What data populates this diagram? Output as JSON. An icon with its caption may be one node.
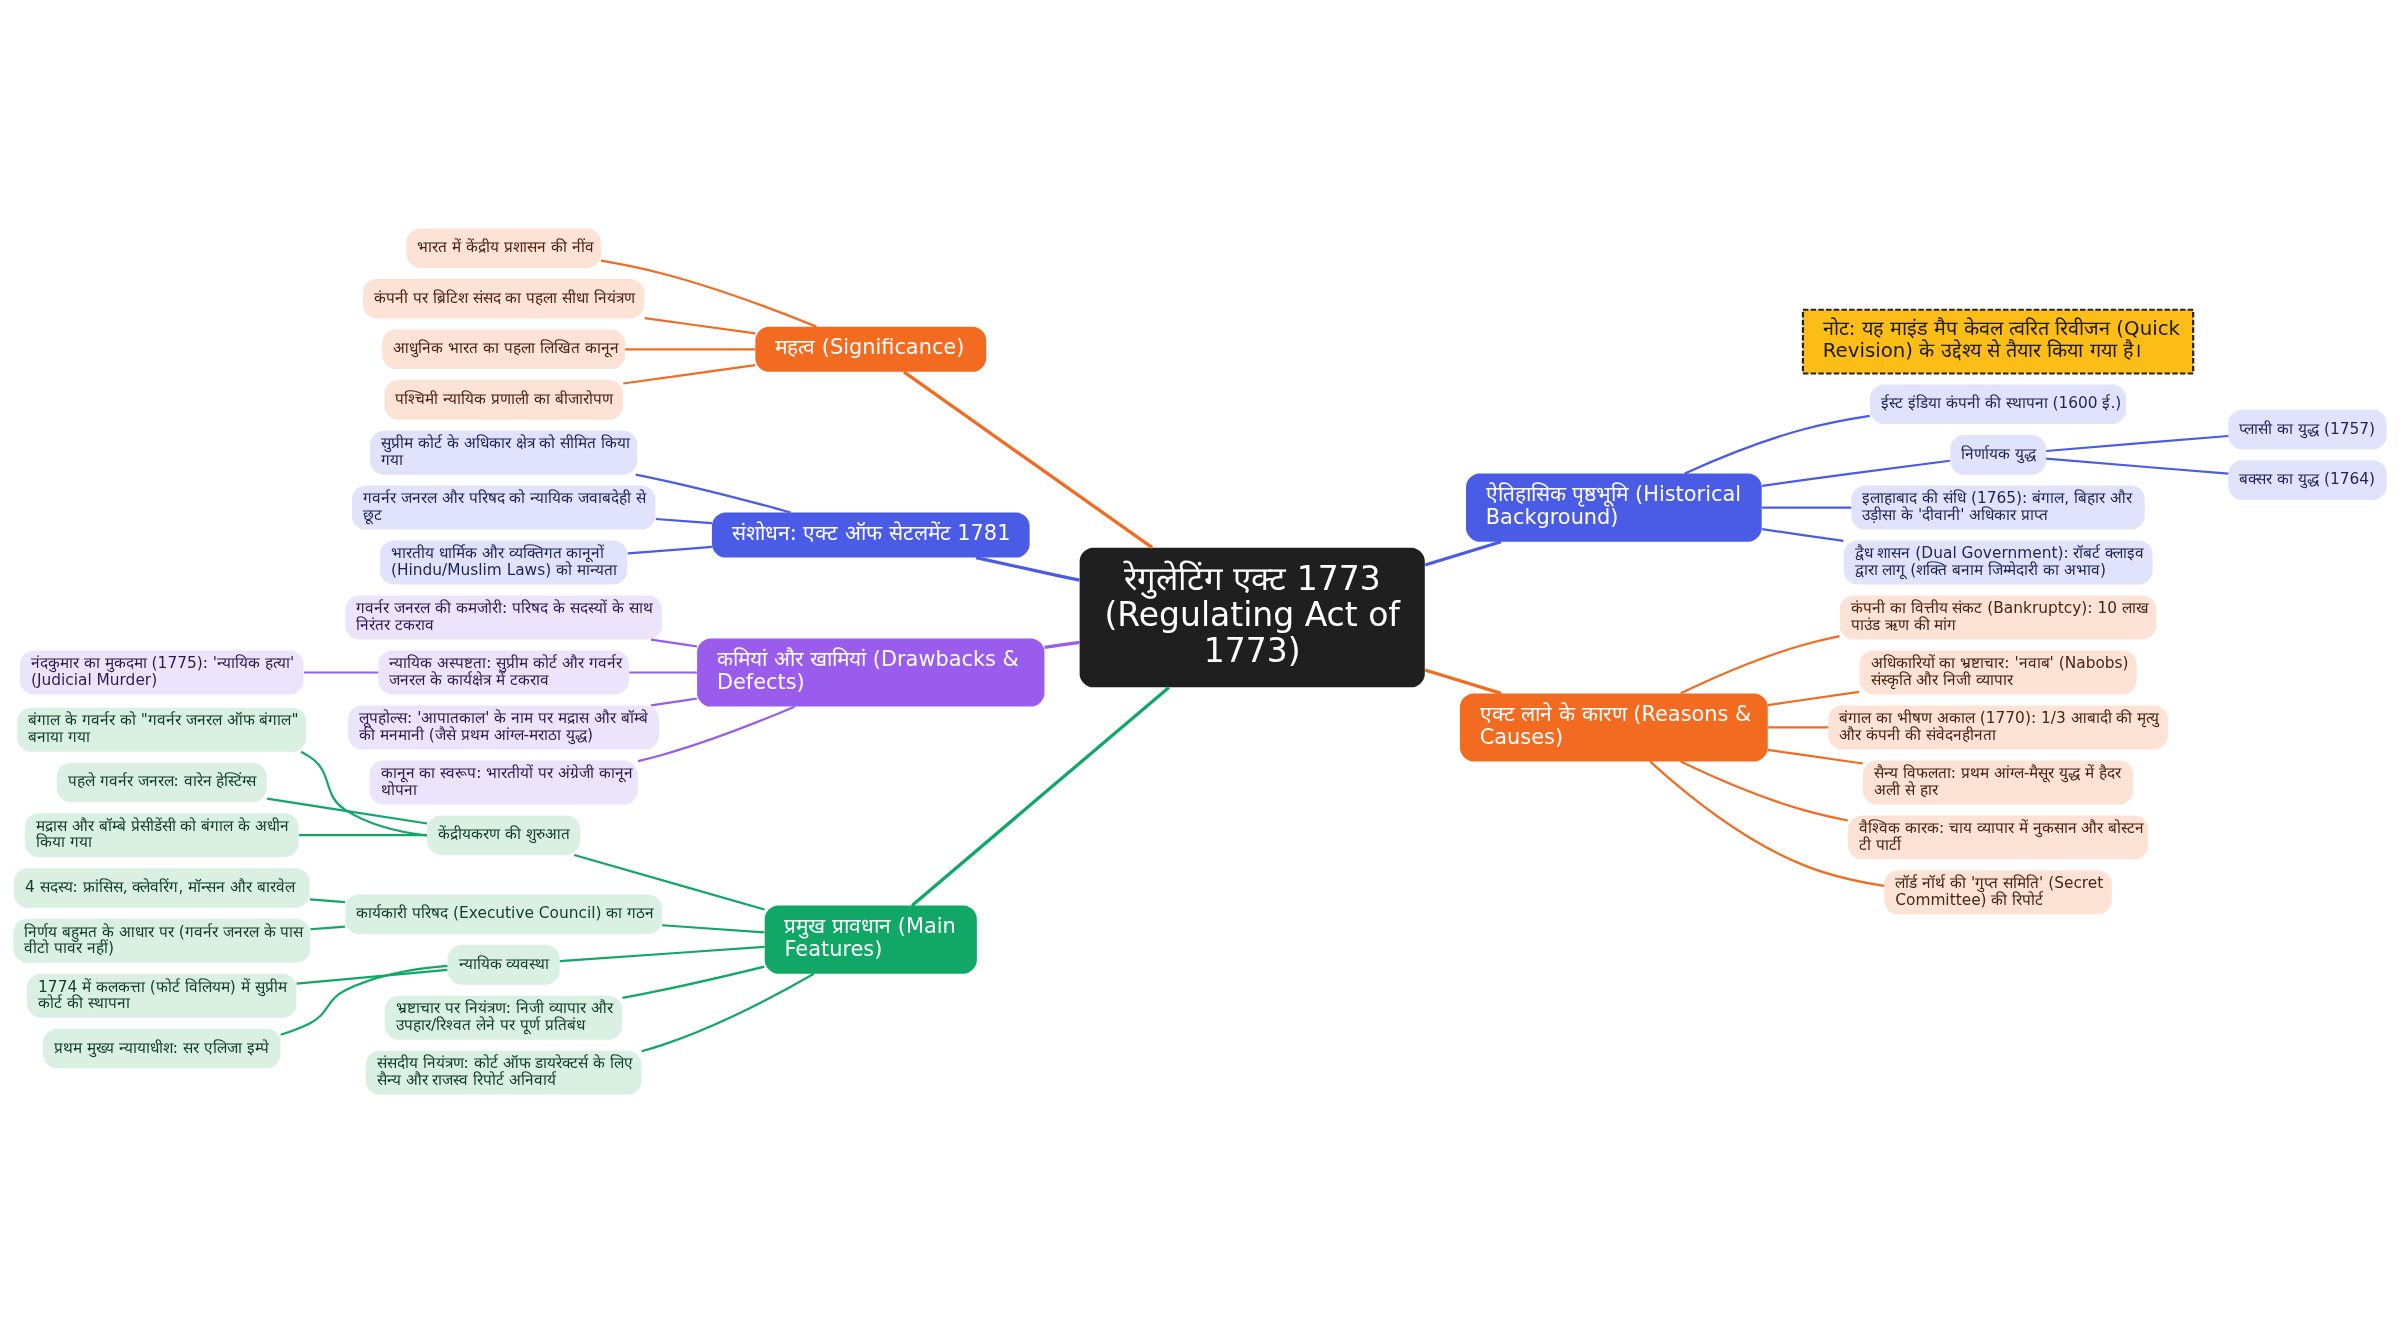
{
  "diagram": {
    "nodes": [
      {
        "text": [
          "रेगुलेटिंग एक्ट 1773 (Regulating Act of 1773)"
        ]
      },
      {
        "text": [
          "महत्व (Significance)"
        ]
      },
      {
        "text": [
          "भारत में केंद्रीय प्रशासन की नींव"
        ]
      },
      {
        "text": [
          "कंपनी पर ब्रिटिश संसद का पहला सीधा नियंत्रण"
        ]
      },
      {
        "text": [
          "आधुनिक भारत का पहला लिखित कानून"
        ]
      },
      {
        "text": [
          "पश्चिमी न्यायिक प्रणाली का बीजारोपण"
        ]
      },
      {
        "text": [
          "संशोधन: एक्ट ऑफ सेटलमेंट 1781"
        ]
      },
      {
        "text": [
          "सुप्रीम कोर्ट के अधिकार क्षेत्र को सीमित किया गया"
        ]
      },
      {
        "text": [
          "गवर्नर जनरल और परिषद को न्यायिक जवाबदेही से छूट"
        ]
      },
      {
        "text": [
          "भारतीय धार्मिक और व्यक्तिगत कानूनों (Hindu/Muslim Laws) को मान्यता"
        ]
      },
      {
        "text": [
          "कमियां और खामियां (Drawbacks & Defects)"
        ]
      },
      {
        "text": [
          "गवर्नर जनरल की कमजोरी: परिषद के सदस्यों के साथ निरंतर टकराव"
        ]
      },
      {
        "text": [
          "न्यायिक अस्पष्टता: सुप्रीम कोर्ट और गवर्नर जनरल के कार्यक्षेत्र में टकराव"
        ]
      },
      {
        "text": [
          "नंदकुमार का मुकदमा (1775): 'न्यायिक हत्या' (Judicial Murder)"
        ]
      },
      {
        "text": [
          "लूपहोल्स: 'आपातकाल' के नाम पर मद्रास और बॉम्बे की मनमानी (जैसे प्रथम आंग्ल-मराठा युद्ध)"
        ]
      },
      {
        "text": [
          "कानून का स्वरूप: भारतीयों पर अंग्रेजी कानून थोपना"
        ]
      },
      {
        "text": [
          "प्रमुख प्रावधान (Main Features)"
        ]
      },
      {
        "text": [
          "केंद्रीयकरण की शुरुआत"
        ]
      },
      {
        "text": [
          "बंगाल के गवर्नर को \"गवर्नर जनरल ऑफ बंगाल\" बनाया गया"
        ]
      },
      {
        "text": [
          "पहले गवर्नर जनरल: वारेन हेस्टिंग्स"
        ]
      },
      {
        "text": [
          "मद्रास और बॉम्बे प्रेसीडेंसी को बंगाल के अधीन किया गया"
        ]
      },
      {
        "text": [
          "कार्यकारी परिषद (Executive Council) का गठन"
        ]
      },
      {
        "text": [
          "4 सदस्य: फ्रांसिस, क्लेवरिंग, मॉन्सन और बारवेल"
        ]
      },
      {
        "text": [
          "निर्णय बहुमत के आधार पर (गवर्नर जनरल के पास वीटो पावर नहीं)"
        ]
      },
      {
        "text": [
          "न्यायिक व्यवस्था"
        ]
      },
      {
        "text": [
          "1774 में कलकत्ता (फोर्ट विलियम) में सुप्रीम कोर्ट की स्थापना"
        ]
      },
      {
        "text": [
          "प्रथम मुख्य न्यायाधीश: सर एलिजा इम्पे"
        ]
      },
      {
        "text": [
          "भ्रष्टाचार पर नियंत्रण: निजी व्यापार और उपहार/रिश्वत लेने पर पूर्ण प्रतिबंध"
        ]
      },
      {
        "text": [
          "संसदीय नियंत्रण: कोर्ट ऑफ डायरेक्टर्स के लिए सैन्य और राजस्व रिपोर्ट अनिवार्य"
        ]
      },
      {
        "text": [
          "ऐतिहासिक पृष्ठभूमि (Historical Background)"
        ]
      },
      {
        "text": [
          "ईस्ट इंडिया कंपनी की स्थापना (1600 ई.)"
        ]
      },
      {
        "text": [
          "निर्णायक युद्ध"
        ]
      },
      {
        "text": [
          "प्लासी का युद्ध (1757)"
        ]
      },
      {
        "text": [
          "बक्सर का युद्ध (1764)"
        ]
      },
      {
        "text": [
          "इलाहाबाद की संधि (1765): बंगाल, बिहार और उड़ीसा के 'दीवानी' अधिकार प्राप्त"
        ]
      },
      {
        "text": [
          "द्वैध शासन (Dual Government): रॉबर्ट क्लाइव द्वारा लागू (शक्ति बनाम जिम्मेदारी का अभाव)"
        ]
      },
      {
        "text": [
          "एक्ट लाने के कारण (Reasons & Causes)"
        ]
      },
      {
        "text": [
          "कंपनी का वित्तीय संकट (Bankruptcy): 10 लाख पाउंड ऋण की मांग"
        ]
      },
      {
        "text": [
          "अधिकारियों का भ्रष्टाचार: 'नवाब' (Nabobs) संस्कृति और निजी व्यापार"
        ]
      },
      {
        "text": [
          "बंगाल का भीषण अकाल (1770): 1/3 आबादी की मृत्यु और कंपनी की संवेदनहीनता"
        ]
      },
      {
        "text": [
          "सैन्य विफलता: प्रथम आंग्ल-मैसूर युद्ध में हैदर अली से हार"
        ]
      },
      {
        "text": [
          "वैश्विक कारक: चाय व्यापार में नुकसान और बोस्टन टी पार्टी"
        ]
      },
      {
        "text": [
          "लॉर्ड नॉर्थ की 'गुप्त समिति' (Secret Committee) की रिपोर्ट"
        ]
      },
      {
        "text": [
          "नोट: यह माइंड मैप केवल त्वरित रिवीजन (Quick Revision) के उद्देश्य से तैयार किया गया है।"
        ]
      }
    ],
    "edges": [
      {
        "from": 1,
        "to": 0,
        "arrow": "none",
        "color": "#f26b21"
      },
      {
        "from": 2,
        "to": 1,
        "arrow": "none",
        "color": "#f26b21"
      },
      {
        "from": 3,
        "to": 1,
        "arrow": "none",
        "color": "#f26b21"
      },
      {
        "from": 4,
        "to": 1,
        "arrow": "none",
        "color": "#f26b21"
      },
      {
        "from": 5,
        "to": 1,
        "arrow": "none",
        "color": "#f26b21"
      },
      {
        "from": 6,
        "to": 0,
        "arrow": "none",
        "color": "#4a5be6"
      },
      {
        "from": 7,
        "to": 6,
        "arrow": "none",
        "color": "#4a5be6"
      },
      {
        "from": 8,
        "to": 6,
        "arrow": "none",
        "color": "#4a5be6"
      },
      {
        "from": 9,
        "to": 6,
        "arrow": "none",
        "color": "#4a5be6"
      },
      {
        "from": 10,
        "to": 0,
        "arrow": "none",
        "color": "#9a5cec"
      },
      {
        "from": 11,
        "to": 10,
        "arrow": "none",
        "color": "#9a5cec"
      },
      {
        "from": 12,
        "to": 10,
        "arrow": "none",
        "color": "#9a5cec"
      },
      {
        "from": 13,
        "to": 12,
        "arrow": "none",
        "color": "#9a5cec"
      },
      {
        "from": 14,
        "to": 10,
        "arrow": "none",
        "color": "#9a5cec"
      },
      {
        "from": 15,
        "to": 10,
        "arrow": "none",
        "color": "#9a5cec"
      },
      {
        "from": 16,
        "to": 0,
        "arrow": "none",
        "color": "#10a767"
      },
      {
        "from": 17,
        "to": 16,
        "arrow": "none",
        "color": "#10a767"
      },
      {
        "from": 18,
        "to": 17,
        "arrow": "none",
        "color": "#10a767"
      },
      {
        "from": 19,
        "to": 17,
        "arrow": "none",
        "color": "#10a767"
      },
      {
        "from": 20,
        "to": 17,
        "arrow": "none",
        "color": "#10a767"
      },
      {
        "from": 21,
        "to": 16,
        "arrow": "none",
        "color": "#10a767"
      },
      {
        "from": 22,
        "to": 21,
        "arrow": "none",
        "color": "#10a767"
      },
      {
        "from": 23,
        "to": 21,
        "arrow": "none",
        "color": "#10a767"
      },
      {
        "from": 24,
        "to": 16,
        "arrow": "none",
        "color": "#10a767"
      },
      {
        "from": 25,
        "to": 24,
        "arrow": "none",
        "color": "#10a767"
      },
      {
        "from": 26,
        "to": 24,
        "arrow": "none",
        "color": "#10a767"
      },
      {
        "from": 27,
        "to": 16,
        "arrow": "none",
        "color": "#10a767"
      },
      {
        "from": 28,
        "to": 16,
        "arrow": "none",
        "color": "#10a767"
      },
      {
        "from": 0,
        "to": 29,
        "arrow": "none",
        "color": "#4a5be6"
      },
      {
        "from": 29,
        "to": 30,
        "arrow": "none",
        "color": "#4a5be6"
      },
      {
        "from": 29,
        "to": 31,
        "arrow": "none",
        "color": "#4a5be6"
      },
      {
        "from": 31,
        "to": 32,
        "arrow": "none",
        "color": "#4a5be6"
      },
      {
        "from": 31,
        "to": 33,
        "arrow": "none",
        "color": "#4a5be6"
      },
      {
        "from": 29,
        "to": 34,
        "arrow": "none",
        "color": "#4a5be6"
      },
      {
        "from": 29,
        "to": 35,
        "arrow": "none",
        "color": "#4a5be6"
      },
      {
        "from": 0,
        "to": 36,
        "arrow": "none",
        "color": "#f26b21"
      },
      {
        "from": 36,
        "to": 37,
        "arrow": "none",
        "color": "#f26b21"
      },
      {
        "from": 36,
        "to": 38,
        "arrow": "none",
        "color": "#f26b21"
      },
      {
        "from": 36,
        "to": 39,
        "arrow": "none",
        "color": "#f26b21"
      },
      {
        "from": 36,
        "to": 40,
        "arrow": "none",
        "color": "#f26b21"
      },
      {
        "from": 36,
        "to": 41,
        "arrow": "none",
        "color": "#f26b21"
      },
      {
        "from": 36,
        "to": 42,
        "arrow": "none",
        "color": "#f26b21"
      }
    ]
  }
}
